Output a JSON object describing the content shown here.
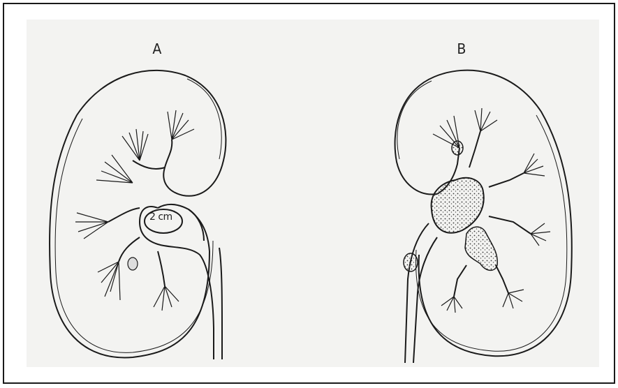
{
  "figure": {
    "left_label": "A",
    "right_label": "B",
    "stone_size_label": "2 cm"
  },
  "colors": {
    "ink": "#1a1a1a",
    "paper": "#f3f3f1",
    "stone_fill": "#d9d9d6"
  }
}
